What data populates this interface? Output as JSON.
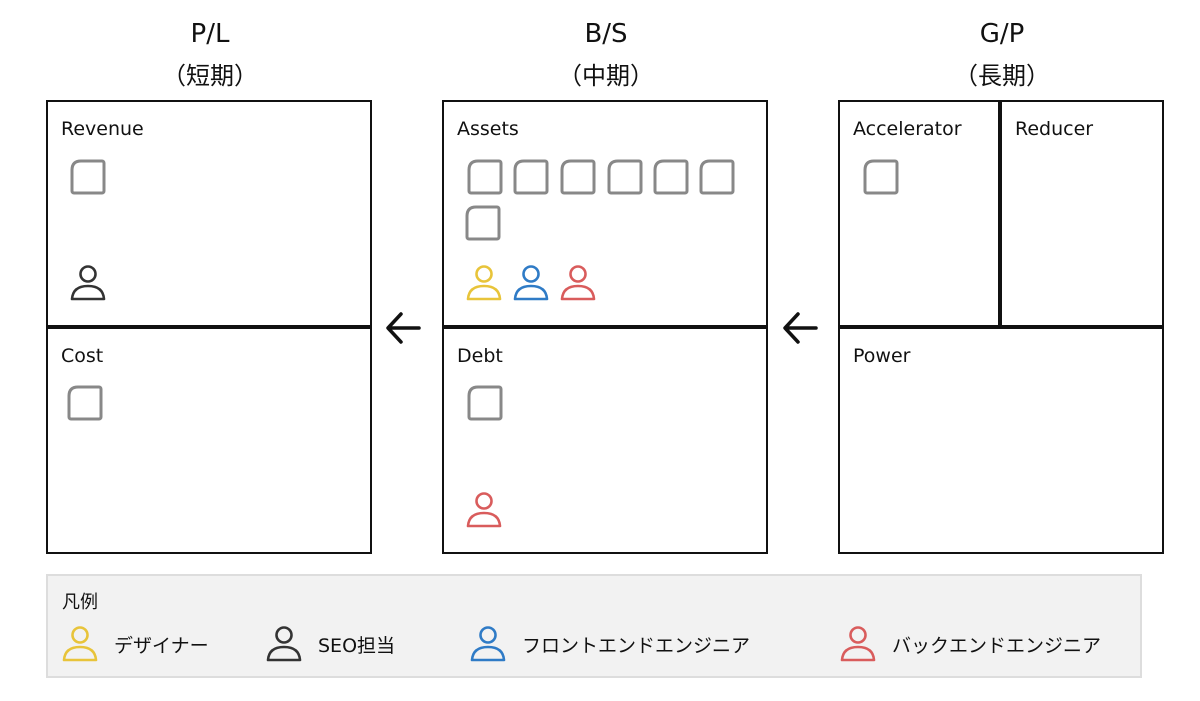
{
  "columns": [
    {
      "title": "P/L",
      "subtitle": "（短期）"
    },
    {
      "title": "B/S",
      "subtitle": "（中期）"
    },
    {
      "title": "G/P",
      "subtitle": "（長期）"
    }
  ],
  "sections": {
    "revenue": "Revenue",
    "cost": "Cost",
    "assets": "Assets",
    "debt": "Debt",
    "accelerator": "Accelerator",
    "reducer": "Reducer",
    "power": "Power"
  },
  "legend": {
    "title": "凡例",
    "items": [
      {
        "label": "デザイナー",
        "color": "#e8c43a"
      },
      {
        "label": "SEO担当",
        "color": "#333333"
      },
      {
        "label": "フロントエンドエンジニア",
        "color": "#2f7bc6"
      },
      {
        "label": "バックエンドエンジニア",
        "color": "#d95c5c"
      }
    ]
  },
  "icons": {
    "card": "card-icon",
    "person": "person-icon",
    "arrow": "arrow-left-icon"
  },
  "colors": {
    "card_stroke": "#888888",
    "line": "#111111",
    "legend_bg": "#f2f2f2"
  }
}
